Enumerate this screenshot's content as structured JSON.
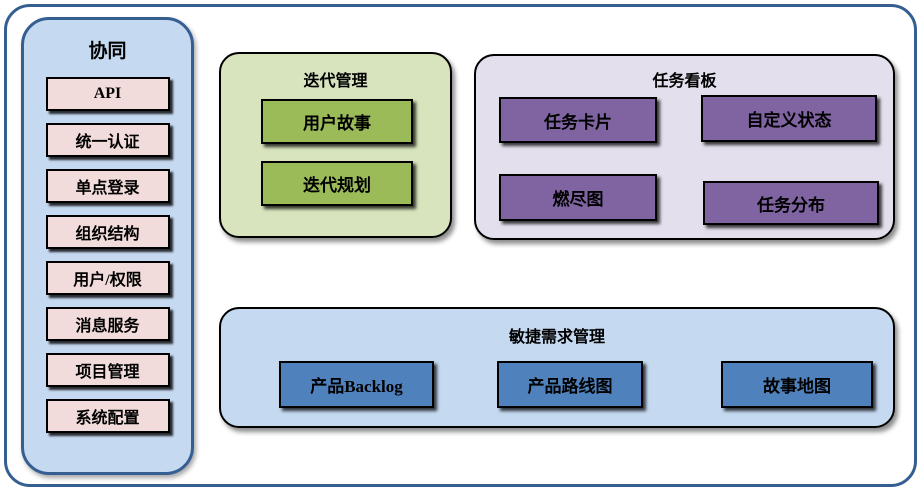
{
  "diagram": {
    "sidebar": {
      "title": "协同",
      "items": [
        "API",
        "统一认证",
        "单点登录",
        "组织结构",
        "用户/权限",
        "消息服务",
        "项目管理",
        "系统配置"
      ]
    },
    "iteration_panel": {
      "title": "迭代管理",
      "items": [
        "用户故事",
        "迭代规划"
      ]
    },
    "taskboard_panel": {
      "title": "任务看板",
      "items": [
        "任务卡片",
        "自定义状态",
        "燃尽图",
        "任务分布"
      ]
    },
    "agile_panel": {
      "title": "敏捷需求管理",
      "items": [
        "产品Backlog",
        "产品路线图",
        "故事地图"
      ]
    },
    "colors": {
      "frame_border": "#365F91",
      "sidebar_fill": "#C5D9F1",
      "sidebar_item_fill": "#F2DCDB",
      "iteration_panel_fill": "#D7E4BD",
      "iteration_item_fill": "#9BBB59",
      "taskboard_panel_fill": "#E4DFEC",
      "taskboard_item_fill": "#8064A2",
      "agile_panel_fill": "#C5D9F1",
      "agile_item_fill": "#4F81BD",
      "item_border": "#000000"
    }
  }
}
